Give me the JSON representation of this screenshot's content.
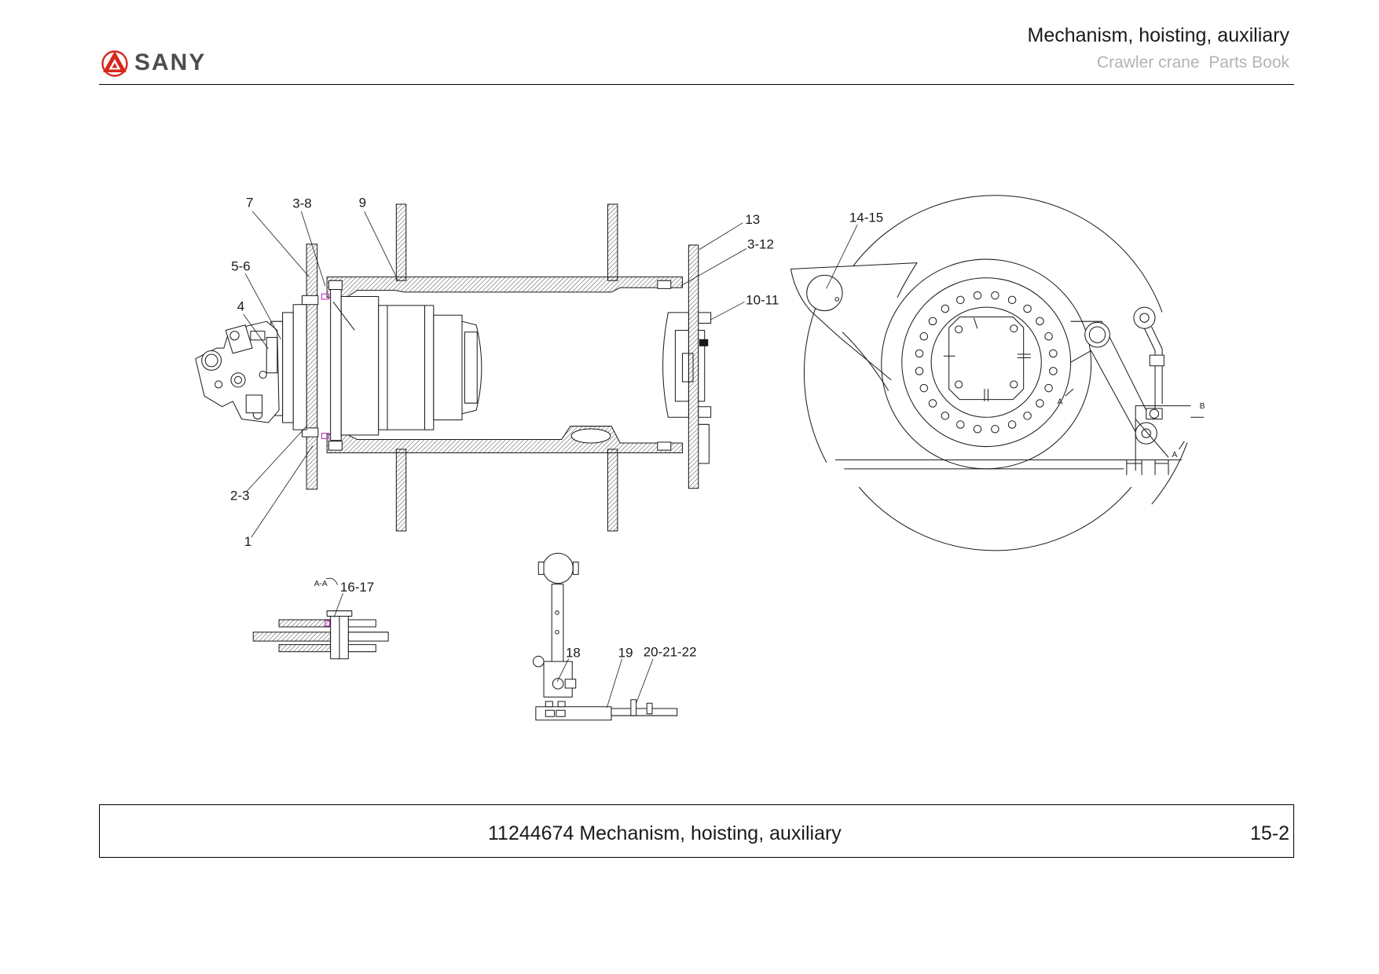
{
  "logo": {
    "icon": "sany-logo-icon",
    "text": "SANY"
  },
  "header": {
    "title": "Mechanism, hoisting, auxiliary",
    "subtitle": "Crawler crane  Parts Book"
  },
  "drawing": {
    "callouts": [
      "7",
      "3-8",
      "9",
      "13",
      "3-12",
      "5-6",
      "4",
      "10-11",
      "2-3",
      "1",
      "14-15",
      "16-17",
      "18",
      "19",
      "20-21-22"
    ],
    "section_marks": [
      "A-A",
      "A",
      "A",
      "B"
    ]
  },
  "footer": {
    "caption": "11244674 Mechanism, hoisting, auxiliary",
    "page_number": "15-2"
  },
  "colors": {
    "brand": "#d9261c",
    "ink": "#1a1a1a",
    "subtitle": "#b3b3b3",
    "logo_text": "#4d4d4d",
    "seal": "#c030c0"
  }
}
